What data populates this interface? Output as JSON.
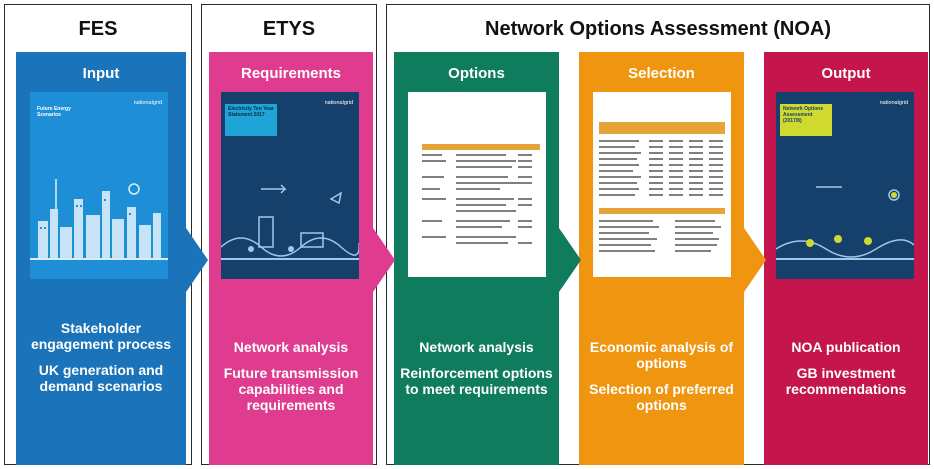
{
  "groups": {
    "fes": "FES",
    "etys": "ETYS",
    "noa": "Network Options Assessment (NOA)"
  },
  "colors": {
    "input": "#1b73b9",
    "requirements": "#df3c8f",
    "options": "#0f7c5e",
    "selection": "#f0950f",
    "output": "#c4164c"
  },
  "panels": {
    "input": {
      "title": "Input",
      "cover_brand": "nationalgrid",
      "cover_title": "Future Energy Scenarios",
      "lines": [
        "Stakeholder engagement process",
        "UK generation and demand scenarios"
      ]
    },
    "requirements": {
      "title": "Requirements",
      "cover_brand": "nationalgrid",
      "cover_title": "Electricity Ten Year Statement 2017",
      "lines": [
        "Network analysis",
        "Future transmission capabilities and requirements"
      ]
    },
    "options": {
      "title": "Options",
      "lines": [
        "Network analysis",
        "Reinforcement options to meet requirements"
      ]
    },
    "selection": {
      "title": "Selection",
      "lines": [
        "Economic analysis of options",
        "Selection of preferred options"
      ]
    },
    "output": {
      "title": "Output",
      "cover_brand": "nationalgrid",
      "cover_title": "Network Options Assessment (2017/8)",
      "lines": [
        "NOA publication",
        "GB investment recommendations"
      ]
    }
  }
}
